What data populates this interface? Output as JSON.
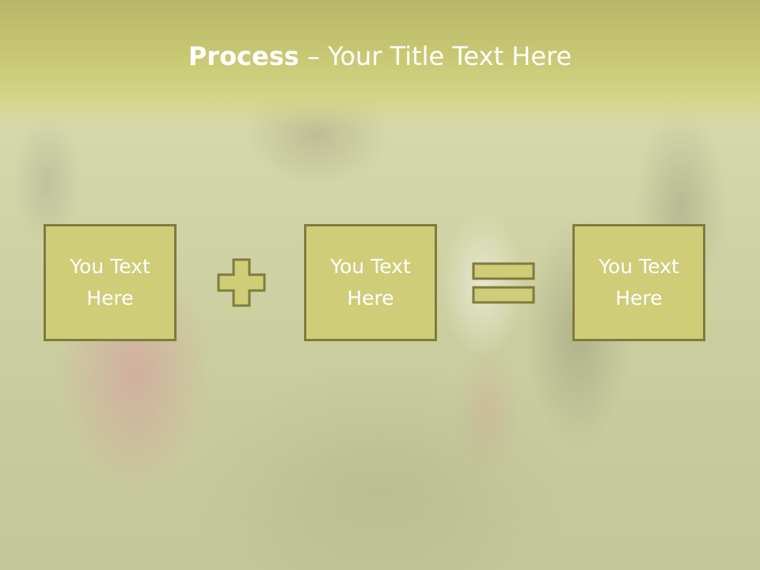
{
  "slide": {
    "title_bold": "Process",
    "title_rest": " – Your Title Text Here",
    "boxes": [
      {
        "text": "You Text\nHere"
      },
      {
        "text": "You Text\nHere"
      },
      {
        "text": "You Text\nHere"
      }
    ],
    "operators": [
      "plus-sign",
      "equals-sign"
    ],
    "colors": {
      "box_fill": "#cfcd78",
      "box_border": "#7e7c3e",
      "operator_fill": "#cfcd78",
      "title_band": "#bdbc55",
      "text": "#ffffff"
    }
  }
}
